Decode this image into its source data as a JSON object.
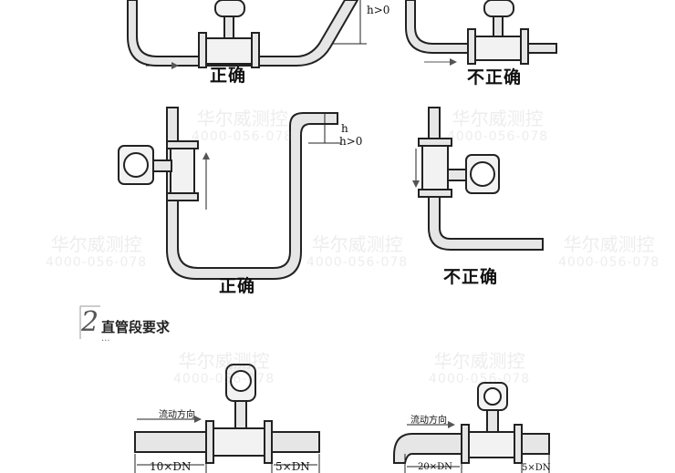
{
  "labels": {
    "correct": "正确",
    "incorrect": "不正确",
    "h": "h",
    "h_gt_0": "h>0"
  },
  "section2": {
    "number": "2",
    "title": "直管段要求",
    "dots": "..."
  },
  "flow_direction": "流动方向",
  "dims": {
    "upstream_10": "10×DN",
    "downstream_5": "5×DN",
    "upstream_20": "20×DN"
  },
  "watermark": {
    "name": "华尔威测控",
    "phone": "4000-056-078"
  },
  "colors": {
    "pipe_stroke": "#222222",
    "pipe_fill": "#e6e6e6",
    "arrow_fill": "#555555",
    "watermark": "#8c8c8c"
  }
}
